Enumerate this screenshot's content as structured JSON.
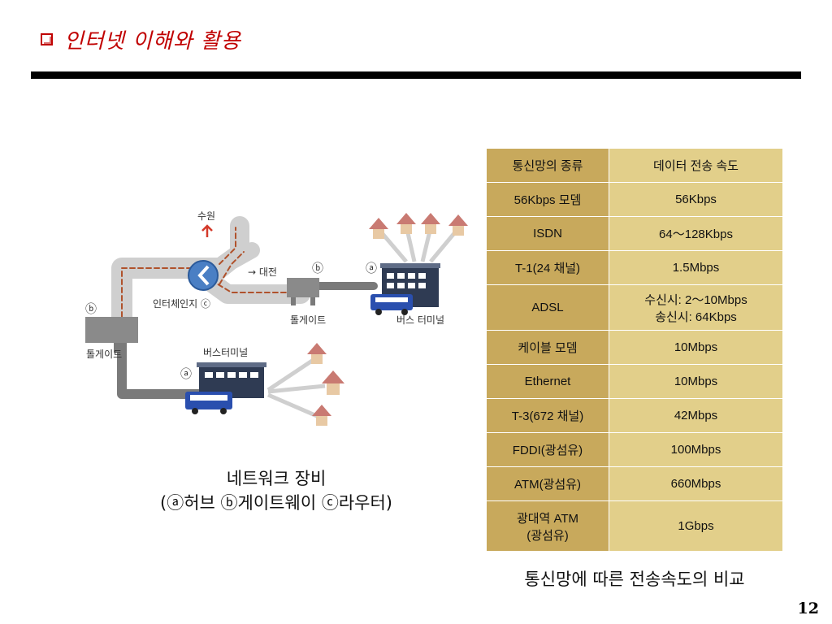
{
  "title": "인터넷 이해와 활용",
  "diagram": {
    "labels": {
      "suwon": "수원",
      "daejeon": "→ 대전",
      "interchange": "인터체인지 ⓒ",
      "tollgate_top": "톨게이트",
      "tollgate_left": "톨게이트",
      "bus_terminal_right": "버스 터미널",
      "bus_terminal_bottom": "버스터미널",
      "marker_b1": "ⓑ",
      "marker_b2": "ⓑ",
      "marker_a1": "ⓐ",
      "marker_a2": "ⓐ"
    },
    "caption_line1": "네트워크 장비",
    "caption_line2": "(ⓐ허브 ⓑ게이트웨이 ⓒ라우터)"
  },
  "table": {
    "header": {
      "type": "통신망의 종류",
      "speed": "데이터 전송 속도"
    },
    "rows": [
      {
        "type": "56Kbps 모뎀",
        "speed": "56Kbps"
      },
      {
        "type": "ISDN",
        "speed": "64～128Kbps"
      },
      {
        "type": "T-1(24 채널)",
        "speed": "1.5Mbps"
      },
      {
        "type": "ADSL",
        "speed_line1": "수신시: 2～10Mbps",
        "speed_line2": "송신시: 64Kbps"
      },
      {
        "type": "케이블 모뎀",
        "speed": "10Mbps"
      },
      {
        "type": "Ethernet",
        "speed": "10Mbps"
      },
      {
        "type": "T-3(672 채널)",
        "speed": "42Mbps"
      },
      {
        "type": "FDDI(광섬유)",
        "speed": "100Mbps"
      },
      {
        "type": "ATM(광섬유)",
        "speed": "660Mbps"
      },
      {
        "type_line1": "광대역 ATM",
        "type_line2": "(광섬유)",
        "speed": "1Gbps"
      }
    ],
    "caption": "통신망에 따른 전송속도의 비교"
  },
  "page_number": "12"
}
